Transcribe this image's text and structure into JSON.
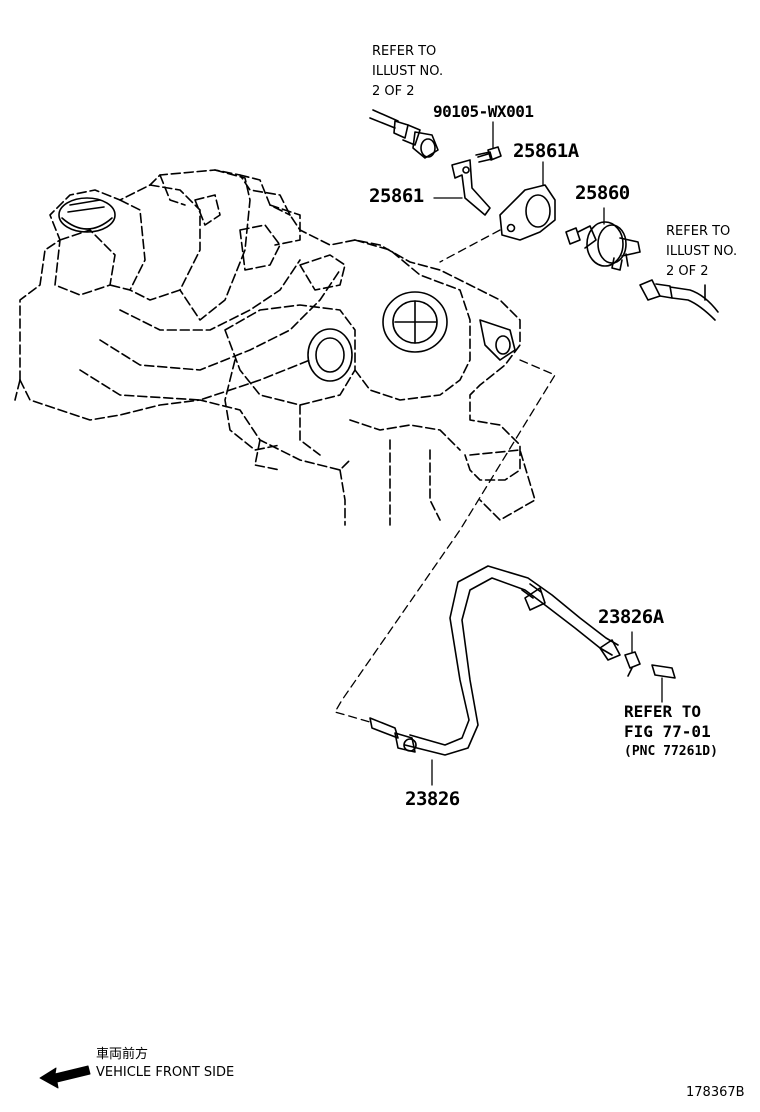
{
  "refer_top_left": [
    "REFER TO",
    "ILLUST NO.",
    "2 OF 2"
  ],
  "refer_top_right": [
    "REFER TO",
    "ILLUST NO.",
    "2 OF 2"
  ],
  "parts": {
    "bolt": "90105-WX001",
    "bracket_a": "25861A",
    "bracket": "25861",
    "valve": "25860",
    "clip": "23826A",
    "hose": "23826"
  },
  "refer_fig": {
    "line1": "REFER TO",
    "line2": "FIG 77-01",
    "line3": "(PNC 77261D)"
  },
  "direction": {
    "jp": "車両前方",
    "en": "VEHICLE FRONT SIDE"
  },
  "illustration_code": "178367B"
}
